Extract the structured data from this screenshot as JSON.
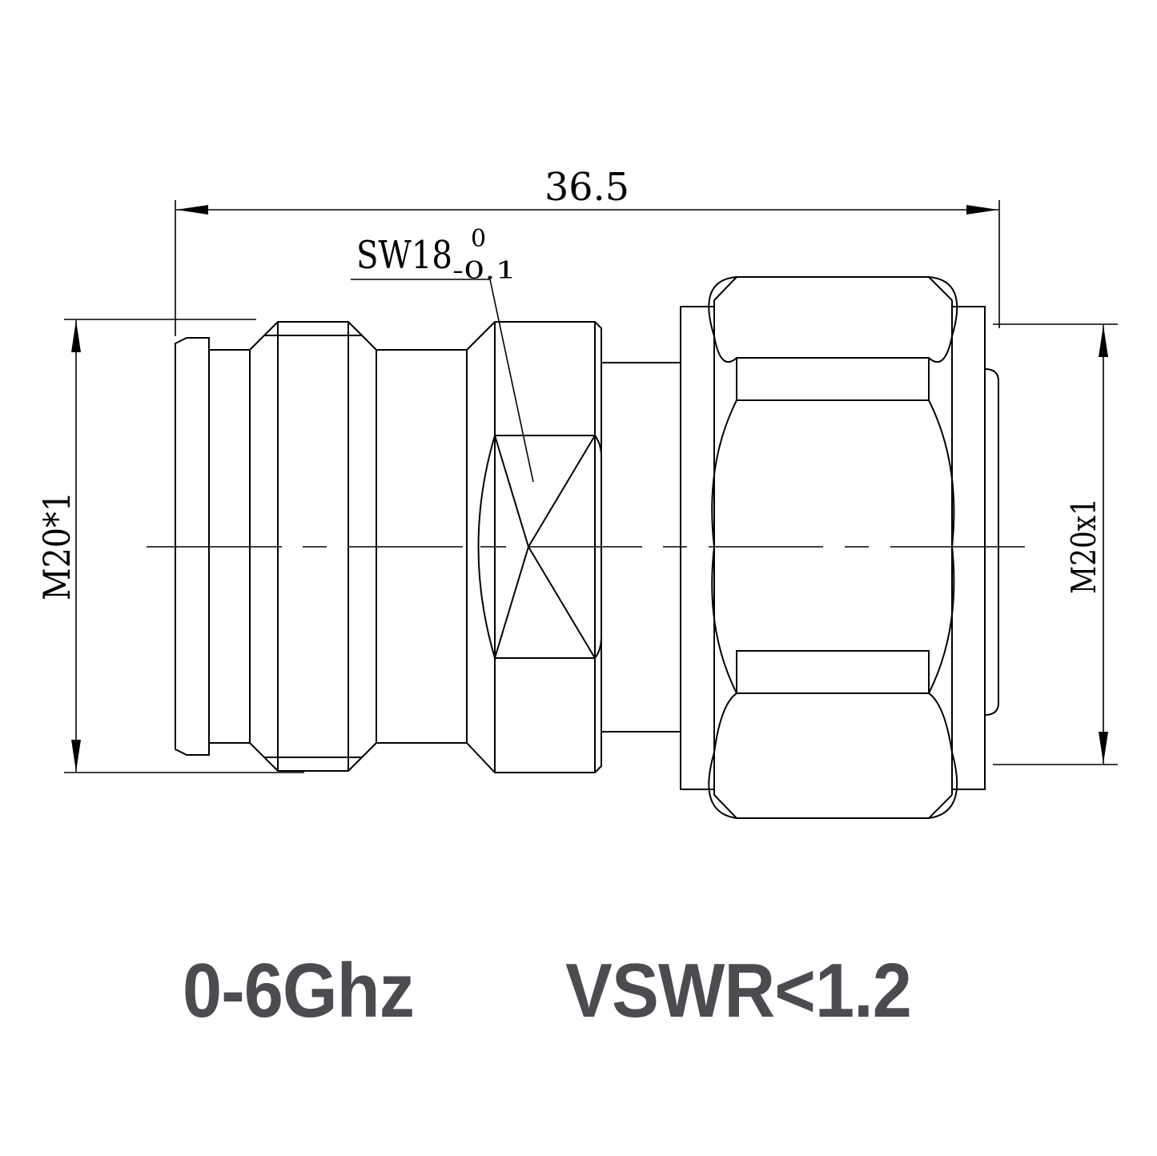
{
  "drawing": {
    "title": "Coaxial adapter technical drawing",
    "dimensions": {
      "overall_length": "36.5",
      "wrench_size": "SW18",
      "wrench_tol_upper": "0",
      "wrench_tol_lower": "-0.1",
      "left_thread": "M20*1",
      "right_thread": "M20x1"
    }
  },
  "specs": {
    "frequency": "0-6Ghz",
    "vswr": "VSWR<1.2",
    "text_color": "#4b4c50"
  }
}
